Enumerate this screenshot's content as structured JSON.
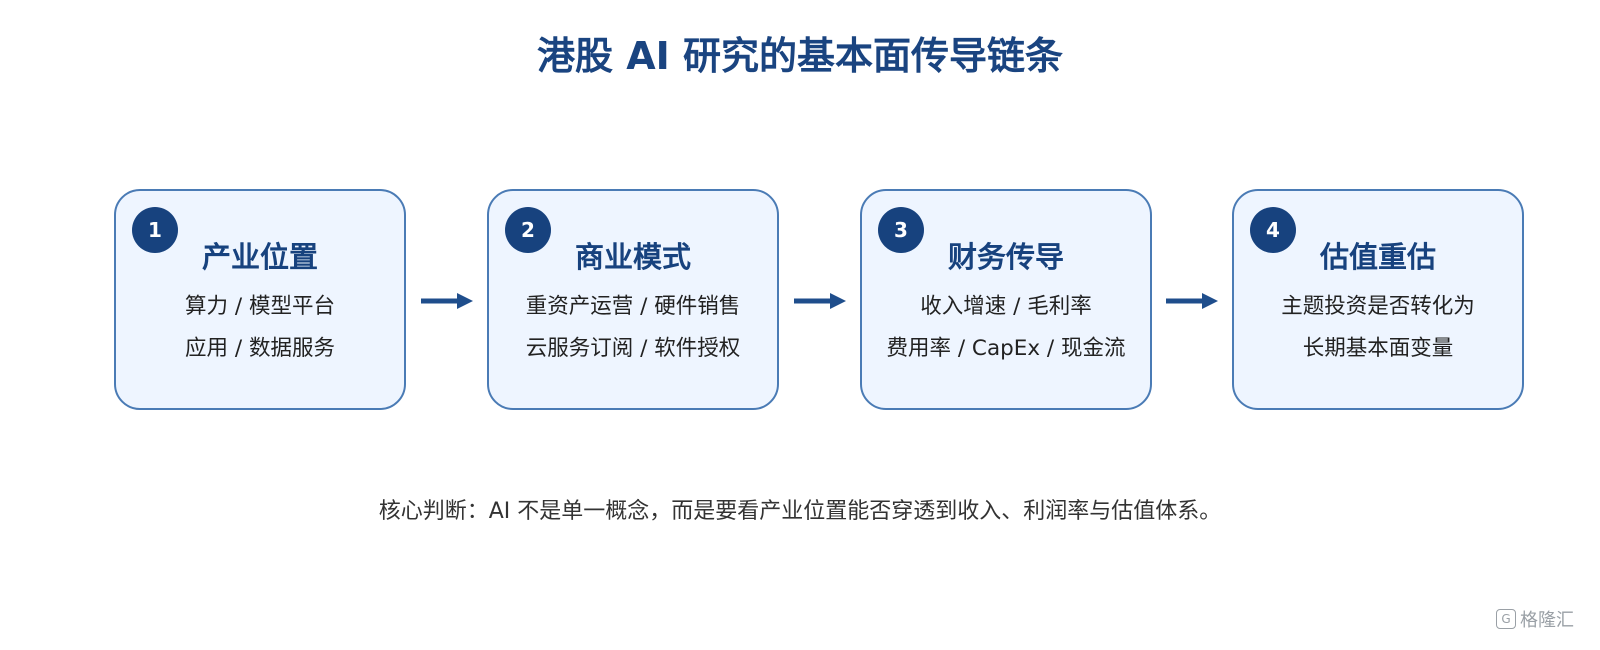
{
  "title": "港股 AI 研究的基本面传导链条",
  "steps": [
    {
      "number": "1",
      "title": "产业位置",
      "line1": "算力 / 模型平台",
      "line2": "应用 / 数据服务"
    },
    {
      "number": "2",
      "title": "商业模式",
      "line1": "重资产运营 / 硬件销售",
      "line2": "云服务订阅 / 软件授权"
    },
    {
      "number": "3",
      "title": "财务传导",
      "line1": "收入增速 / 毛利率",
      "line2": "费用率 / CapEx / 现金流"
    },
    {
      "number": "4",
      "title": "估值重估",
      "line1": "主题投资是否转化为",
      "line2": "长期基本面变量"
    }
  ],
  "summary": "核心判断：AI 不是单一概念，而是要看产业位置能否穿透到收入、利润率与估值体系。",
  "watermark": {
    "text": "格隆汇",
    "icon": "gelonghui-logo-icon"
  },
  "colors": {
    "accent": "#17427e",
    "card_border": "#4a7bb5",
    "card_fill": "#eef5ff",
    "arrow": "#1f4e8c"
  }
}
